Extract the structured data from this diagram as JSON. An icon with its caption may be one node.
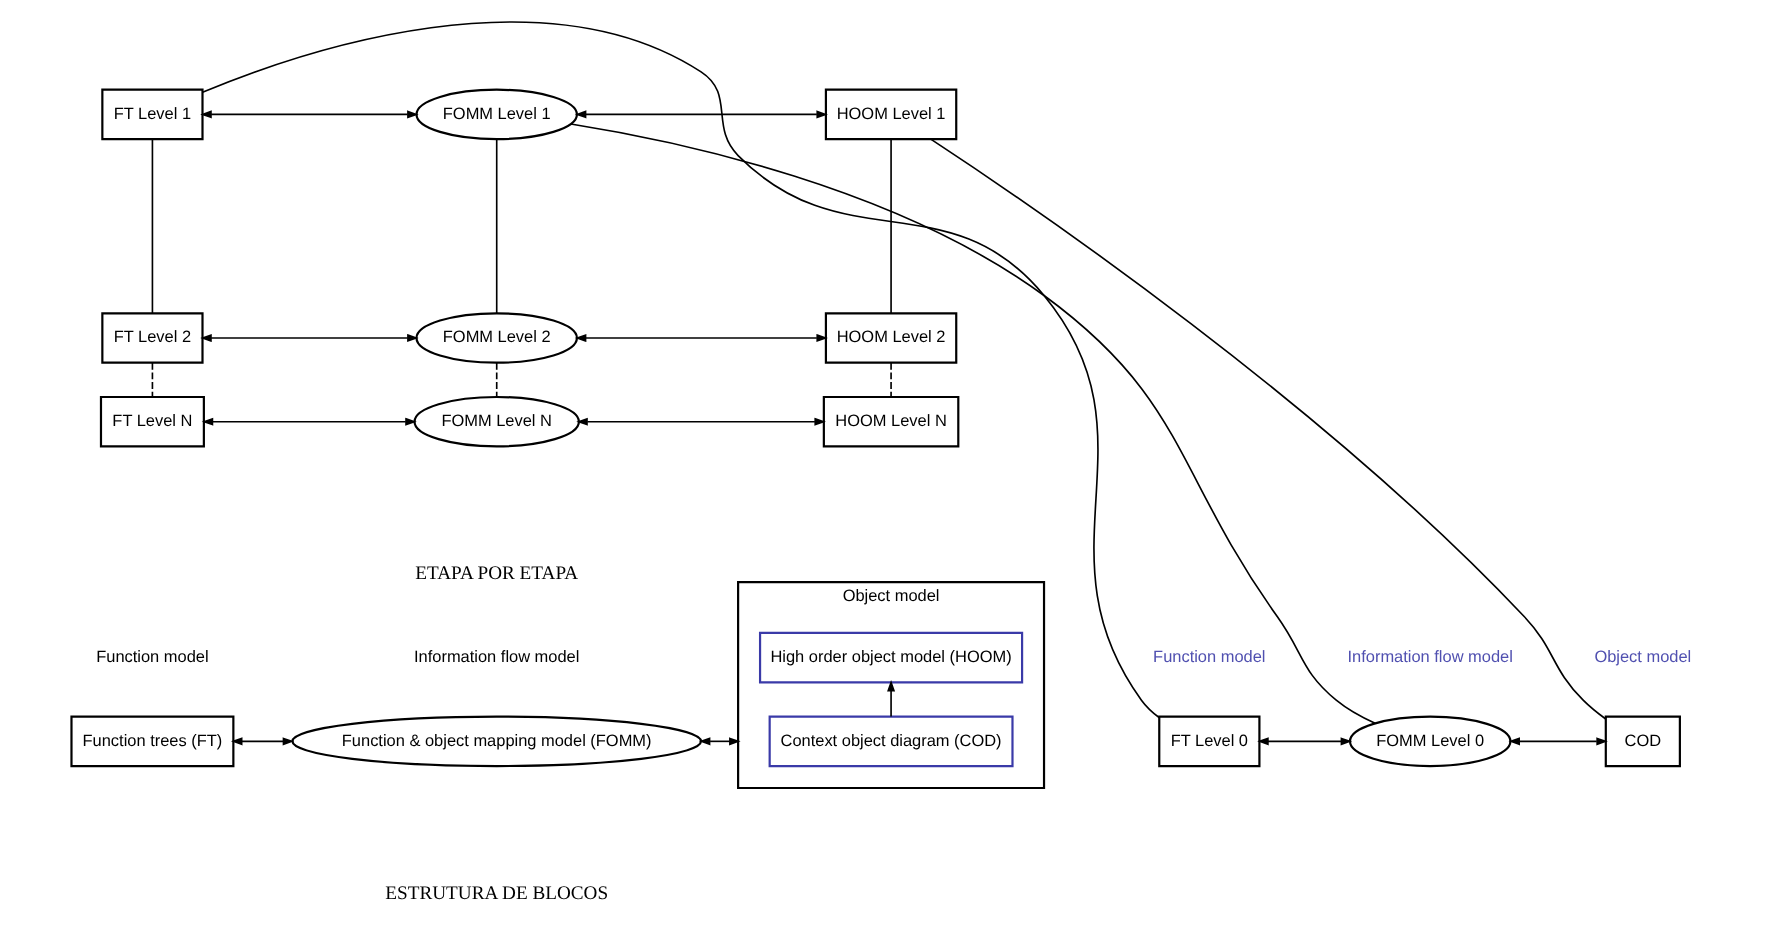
{
  "diagram": {
    "nodes": [
      {
        "text": [
          "Function trees (FT)"
        ],
        "beside": [
          "Function model"
        ]
      },
      {
        "text": [
          "Function & object mapping model (FOMM)"
        ],
        "beside": [
          "Information flow model"
        ]
      },
      {
        "text": [
          "Object model"
        ]
      },
      {
        "text": [
          "Context object diagram (COD)"
        ],
        "in": 2
      },
      {
        "text": [
          "High order object model (HOOM)"
        ],
        "in": 2
      },
      {
        "text": [
          "FT Level 0"
        ]
      },
      {
        "text": [
          "FOMM Level 0"
        ]
      },
      {
        "text": [
          "COD"
        ]
      },
      {
        "text": [
          "FT Level 1"
        ]
      },
      {
        "text": [
          "FOMM Level 1"
        ]
      },
      {
        "text": [
          "HOOM Level 1"
        ]
      },
      {
        "text": [
          "FT Level 2"
        ]
      },
      {
        "text": [
          "FOMM Level 2"
        ]
      },
      {
        "text": [
          "HOOM Level 2"
        ]
      },
      {
        "text": [
          "FT Level N"
        ]
      },
      {
        "text": [
          "FOMM Level N"
        ]
      },
      {
        "text": [
          "HOOM Level N"
        ]
      }
    ],
    "edges": [
      {
        "from": 0,
        "to": 1,
        "arrow": "both"
      },
      {
        "from": 1,
        "to": 2,
        "arrow": "both"
      },
      {
        "from": 3,
        "to": 4,
        "arrow": "to"
      },
      {
        "from": 5,
        "to": 6,
        "arrow": "both"
      },
      {
        "from": 6,
        "to": 7,
        "arrow": "both"
      },
      {
        "from": 8,
        "to": 9,
        "arrow": "both"
      },
      {
        "from": 9,
        "to": 10,
        "arrow": "both"
      },
      {
        "from": 11,
        "to": 12,
        "arrow": "both"
      },
      {
        "from": 12,
        "to": 13,
        "arrow": "both"
      },
      {
        "from": 14,
        "to": 15,
        "arrow": "both"
      },
      {
        "from": 15,
        "to": 16,
        "arrow": "both"
      },
      {
        "from": 5,
        "to": 8,
        "arrow": "none"
      },
      {
        "from": 8,
        "to": 11,
        "arrow": "none"
      },
      {
        "from": 11,
        "to": 14,
        "arrow": "none",
        "style": "dashed"
      },
      {
        "from": 6,
        "to": 9,
        "arrow": "none"
      },
      {
        "from": 9,
        "to": 12,
        "arrow": "none"
      },
      {
        "from": 12,
        "to": 15,
        "arrow": "none",
        "style": "dashed"
      },
      {
        "from": 7,
        "to": 10,
        "arrow": "none"
      },
      {
        "from": 10,
        "to": 13,
        "arrow": "none"
      },
      {
        "from": 13,
        "to": 16,
        "arrow": "none",
        "style": "dashed"
      }
    ],
    "labels": [
      "Function model",
      "Information flow model",
      "Object model",
      "ESTRUTURA DE BLOCOS",
      "ETAPA POR ETAPA"
    ]
  }
}
